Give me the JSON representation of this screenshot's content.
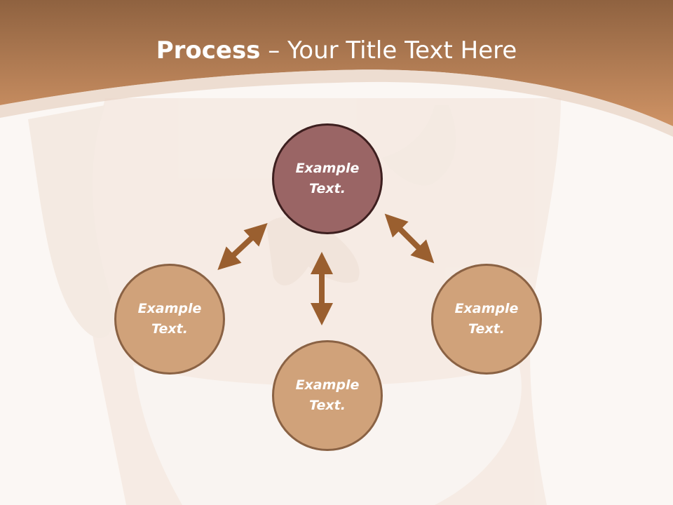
{
  "slide": {
    "title_strong": "Process",
    "title_rest": " – Your Title Text Here"
  },
  "nodes": {
    "top": "Example\nText.",
    "left": "Example\nText.",
    "bottom": "Example\nText.",
    "right": "Example\nText."
  },
  "colors": {
    "header": "#c68a5b",
    "highlight_node": "#9a6565",
    "node": "#d0a27a",
    "arrow": "#9a5f2f"
  }
}
